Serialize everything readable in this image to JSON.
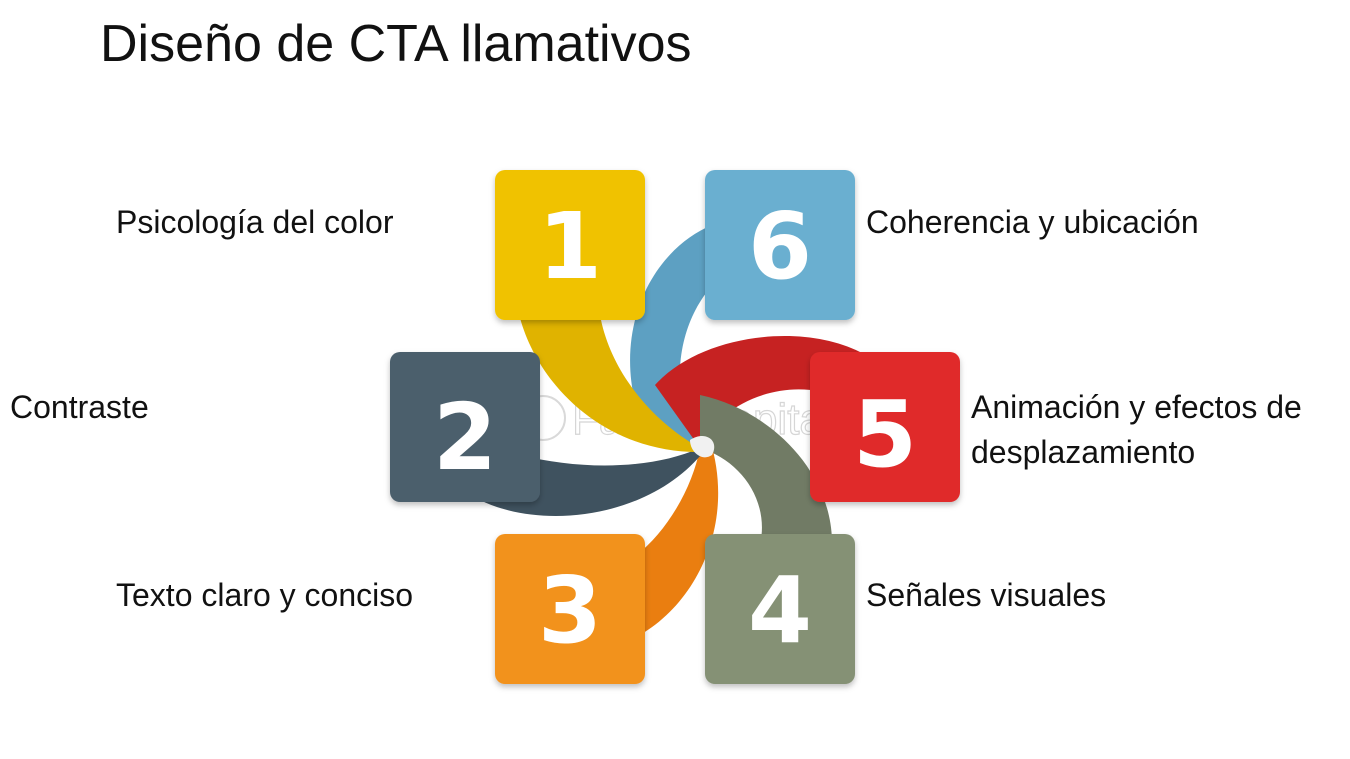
{
  "title": "Diseño de CTA llamativos",
  "items": [
    {
      "number": "1",
      "label": "Psicología del color",
      "color": "#f0c202"
    },
    {
      "number": "2",
      "label": "Contraste",
      "color": "#4b5f6c"
    },
    {
      "number": "3",
      "label": "Texto claro y conciso",
      "color": "#f2921f"
    },
    {
      "number": "4",
      "label": "Señales visuales",
      "color": "#859175"
    },
    {
      "number": "5",
      "label": "Animación y efectos de desplazamiento",
      "label_lines": [
        "Animación y efectos de",
        "desplazamiento"
      ],
      "color": "#e02a2a"
    },
    {
      "number": "6",
      "label": "Coherencia y ubicación",
      "color": "#6aafd0"
    }
  ],
  "watermark": "FasterCapital"
}
